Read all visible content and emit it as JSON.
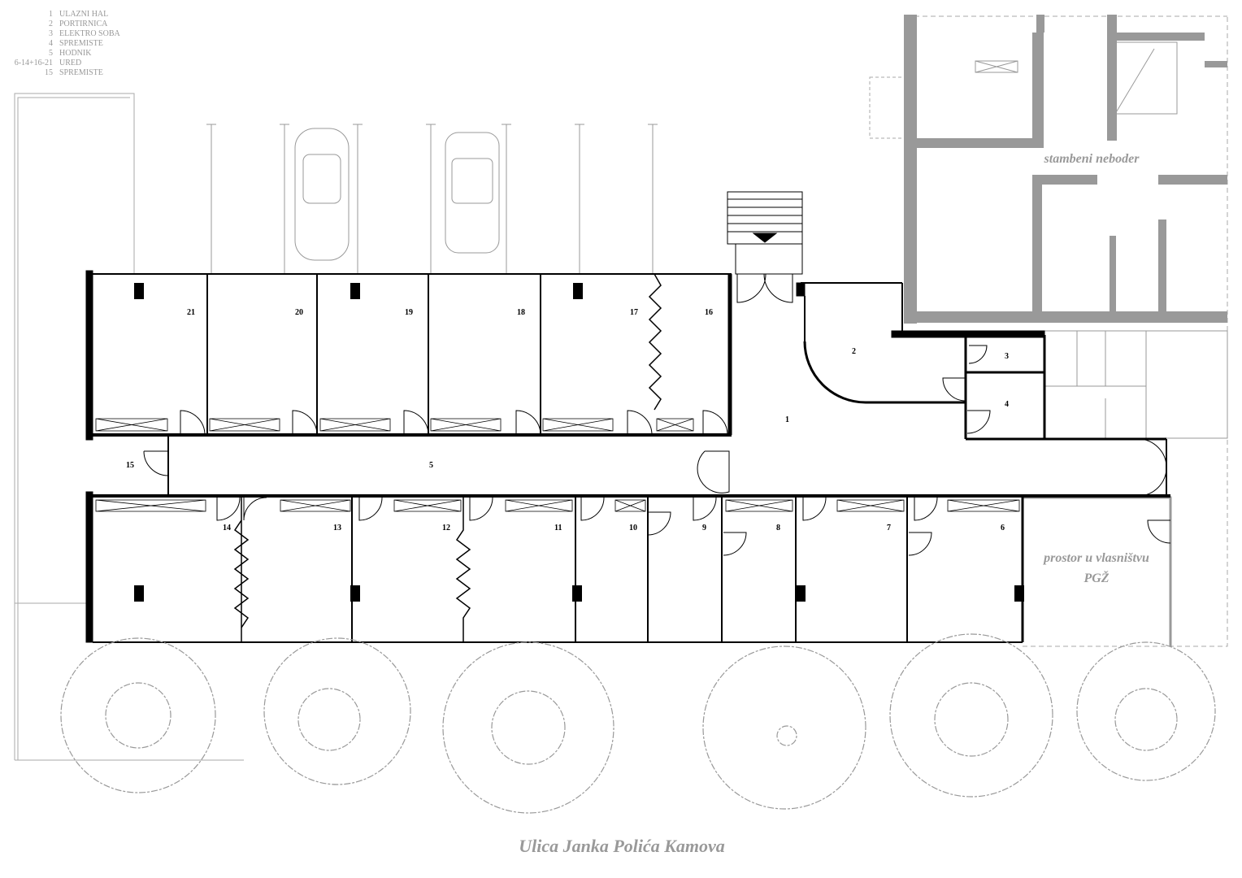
{
  "legend": [
    {
      "num": "1",
      "name": "ULAZNI HAL"
    },
    {
      "num": "2",
      "name": "PORTIRNICA"
    },
    {
      "num": "3",
      "name": "ELEKTRO SOBA"
    },
    {
      "num": "4",
      "name": "SPREMISTE"
    },
    {
      "num": "5",
      "name": "HODNIK"
    },
    {
      "num": "6-14+16-21",
      "name": "URED"
    },
    {
      "num": "15",
      "name": "SPREMISTE"
    }
  ],
  "rooms": {
    "r1": "1",
    "r2": "2",
    "r3": "3",
    "r4": "4",
    "r5": "5",
    "r6": "6",
    "r7": "7",
    "r8": "8",
    "r9": "9",
    "r10": "10",
    "r11": "11",
    "r12": "12",
    "r13": "13",
    "r14": "14",
    "r15": "15",
    "r16": "16",
    "r17": "17",
    "r18": "18",
    "r19": "19",
    "r20": "20",
    "r21": "21"
  },
  "labels": {
    "residential": "stambeni neboder",
    "pgz_line1": "prostor u vlasništvu",
    "pgz_line2": "PGŽ",
    "street": "Ulica Janka Polića Kamova"
  },
  "colors": {
    "wall": "#000000",
    "context": "#999999"
  }
}
